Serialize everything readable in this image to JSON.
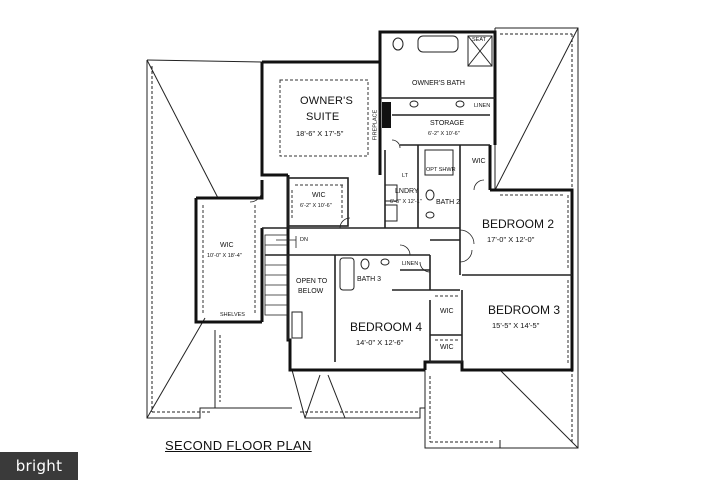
{
  "title": "SECOND FLOOR PLAN",
  "watermark": "bright",
  "rooms": {
    "owners_suite": {
      "name_line1": "OWNER'S",
      "name_line2": "SUITE",
      "dims": "18'-6\" X 17'-5\""
    },
    "owners_bath": {
      "name": "OWNER'S BATH"
    },
    "seat": {
      "name": "SEAT"
    },
    "linen_top": {
      "name": "LINEN"
    },
    "storage": {
      "name": "STORAGE",
      "dims": "6'-2\" X 10'-6\""
    },
    "fireplace": {
      "name": "FIREPLACE"
    },
    "wic_suite": {
      "name": "WIC",
      "dims": "6'-2\" X 10'-6\""
    },
    "wic_left": {
      "name": "WIC",
      "dims": "10'-0\" X 18'-4\""
    },
    "shelves": {
      "name": "SHELVES"
    },
    "laundry": {
      "name": "LNDRY",
      "dims": "6'-8\" X 12'-1\""
    },
    "lt": {
      "name": "LT"
    },
    "opt_shwr": {
      "name": "OPT SHWR"
    },
    "bath2": {
      "name": "BATH 2"
    },
    "wic_bed2": {
      "name": "WIC"
    },
    "bedroom2": {
      "name": "BEDROOM 2",
      "dims": "17'-0\" X 12'-0\""
    },
    "dn": {
      "name": "DN"
    },
    "open_below": {
      "name_line1": "OPEN TO",
      "name_line2": "BELOW"
    },
    "bath3": {
      "name": "BATH 3"
    },
    "linen_mid": {
      "name": "LINEN"
    },
    "bedroom4": {
      "name": "BEDROOM 4",
      "dims": "14'-0\" X 12'-6\""
    },
    "wic_b4a": {
      "name": "WIC"
    },
    "wic_b4b": {
      "name": "WIC"
    },
    "bedroom3": {
      "name": "BEDROOM 3",
      "dims": "15'-5\" X 14'-5\""
    }
  }
}
